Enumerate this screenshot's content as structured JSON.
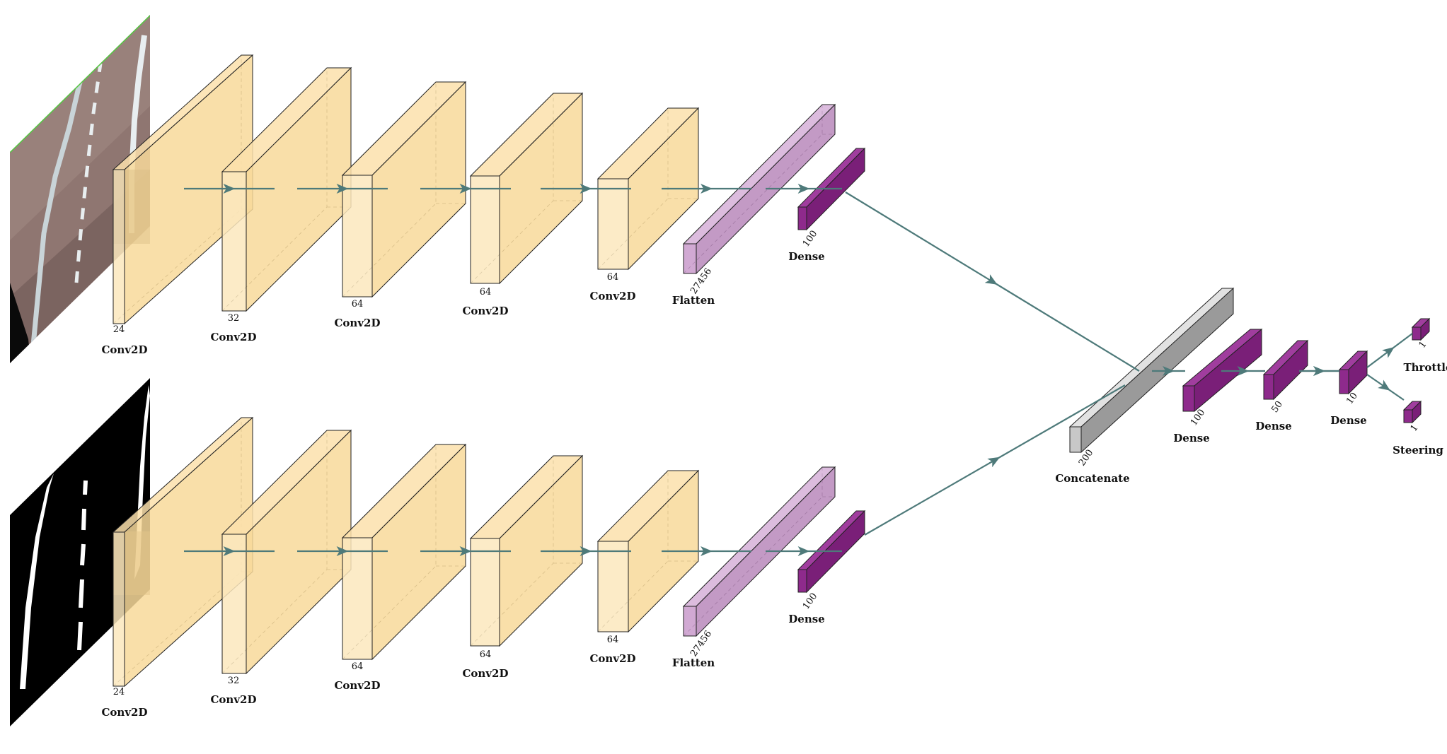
{
  "colors": {
    "conv_fill": "#fce8bd",
    "conv_top": "#fbe1ab",
    "conv_side": "#f8d99a",
    "flatten_fill": "#c99acb",
    "dense_fill": "#8e2a8c",
    "concat_fill": "#c8c8c8",
    "arrow": "#4e7a7a",
    "outline": "#222222"
  },
  "branches": [
    {
      "input_image": "road-photo",
      "layers": [
        {
          "label": "Conv2D",
          "dim": "24"
        },
        {
          "label": "Conv2D",
          "dim": "32"
        },
        {
          "label": "Conv2D",
          "dim": "64"
        },
        {
          "label": "Conv2D",
          "dim": "64"
        },
        {
          "label": "Conv2D",
          "dim": "64"
        },
        {
          "label": "Flatten",
          "dim": "27456"
        },
        {
          "label": "Dense",
          "dim": "100"
        }
      ]
    },
    {
      "input_image": "lane-mask",
      "layers": [
        {
          "label": "Conv2D",
          "dim": "24"
        },
        {
          "label": "Conv2D",
          "dim": "32"
        },
        {
          "label": "Conv2D",
          "dim": "64"
        },
        {
          "label": "Conv2D",
          "dim": "64"
        },
        {
          "label": "Conv2D",
          "dim": "64"
        },
        {
          "label": "Flatten",
          "dim": "27456"
        },
        {
          "label": "Dense",
          "dim": "100"
        }
      ]
    }
  ],
  "merge": {
    "concat": {
      "label": "Concatenate",
      "dim": "200"
    },
    "dense": [
      {
        "label": "Dense",
        "dim": "100"
      },
      {
        "label": "Dense",
        "dim": "50"
      },
      {
        "label": "Dense",
        "dim": "10"
      }
    ],
    "outputs": [
      {
        "label": "Throttle",
        "dim": "1"
      },
      {
        "label": "Steering",
        "dim": "1"
      }
    ]
  }
}
